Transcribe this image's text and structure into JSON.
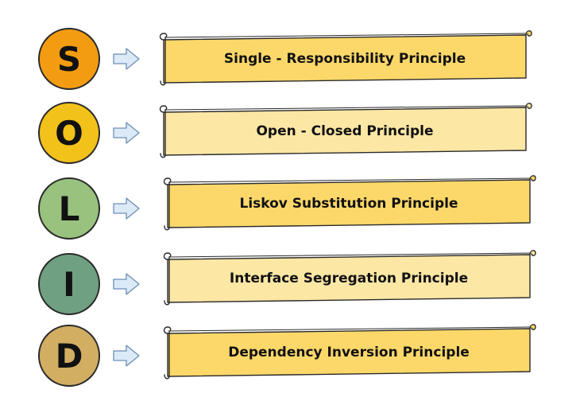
{
  "acronym": "SOLID",
  "principles": [
    {
      "letter": "S",
      "label": "Single - Responsibility Principle",
      "circle_color": "#f39c12",
      "banner_color": "#fcd86a"
    },
    {
      "letter": "O",
      "label": "Open - Closed Principle",
      "circle_color": "#f2c21b",
      "banner_color": "#fde7a5"
    },
    {
      "letter": "L",
      "label": "Liskov Substitution Principle",
      "circle_color": "#98c27e",
      "banner_color": "#fcd86a"
    },
    {
      "letter": "I",
      "label": "Interface Segregation Principle",
      "circle_color": "#6fa081",
      "banner_color": "#fde7a5"
    },
    {
      "letter": "D",
      "label": "Dependency Inversion Principle",
      "circle_color": "#d2ae63",
      "banner_color": "#fcd86a"
    }
  ],
  "arrow_color": "#dceaf7",
  "arrow_stroke": "#6d8db5",
  "outline_color": "#2a2a2a"
}
